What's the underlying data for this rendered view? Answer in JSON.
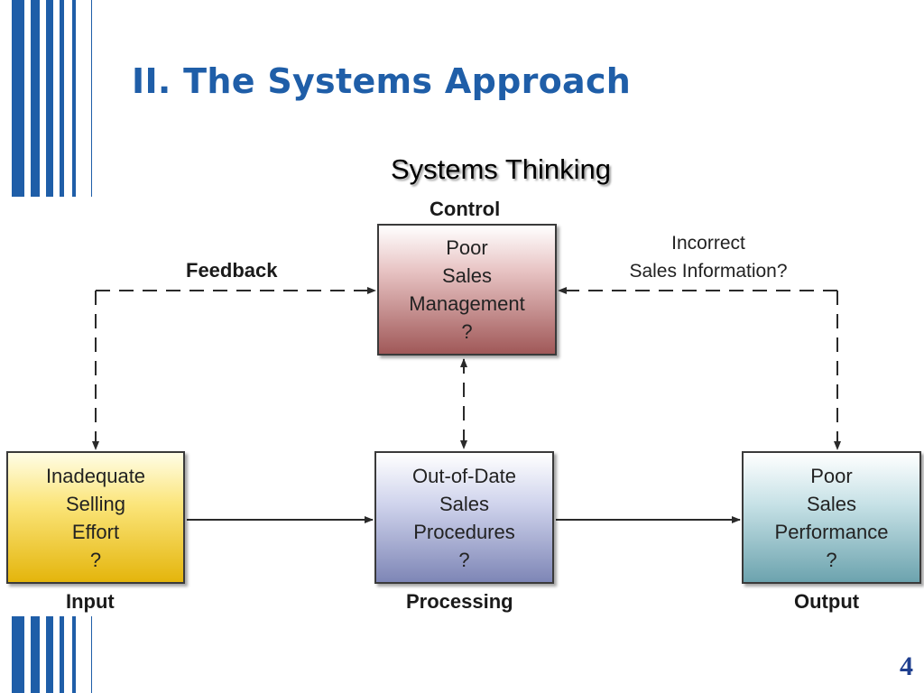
{
  "slide": {
    "title": "II. The Systems Approach",
    "subtitle": "Systems Thinking",
    "page_number": "4"
  },
  "colors": {
    "title": "#1f5ea8",
    "accent_bars": "#1f5ea8",
    "control_box": "#a05858",
    "input_box": "#e4b50c",
    "processing_box": "#7e86b6",
    "output_box": "#6ca3ae"
  },
  "diagram": {
    "labels": {
      "control": "Control",
      "feedback": "Feedback",
      "input": "Input",
      "processing": "Processing",
      "output": "Output"
    },
    "boxes": {
      "control": [
        "Poor",
        "Sales",
        "Management",
        "?"
      ],
      "input": [
        "Inadequate",
        "Selling",
        "Effort",
        "?"
      ],
      "processing": [
        "Out-of-Date",
        "Sales",
        "Procedures",
        "?"
      ],
      "output": [
        "Poor",
        "Sales",
        "Performance",
        "?"
      ]
    },
    "output_feedback_note": [
      "Incorrect",
      "Sales Information?"
    ]
  }
}
